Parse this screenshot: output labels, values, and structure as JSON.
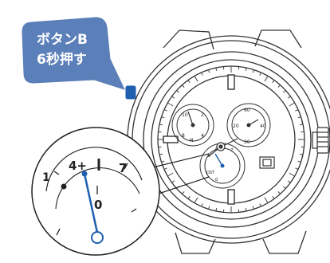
{
  "callout": {
    "line1": "ボタンB",
    "line2": "6秒押す",
    "color": "#5b7fb8"
  },
  "magnifier": {
    "label_left": "1",
    "label_center": "4+",
    "label_right": "7",
    "label_bottom": "0",
    "hand_color": "#1e5fb0"
  },
  "colors": {
    "button_b": "#1e5fb0",
    "outline": "#333333"
  },
  "watch": {
    "subdial_left_nums": [
      "10",
      "2",
      "4",
      "8",
      "N"
    ],
    "subdial_right_nums": [
      "60",
      "20",
      "40",
      "30"
    ],
    "subdial_bottom_nums": [
      "4+",
      "1",
      "7",
      "0",
      "DST"
    ]
  }
}
